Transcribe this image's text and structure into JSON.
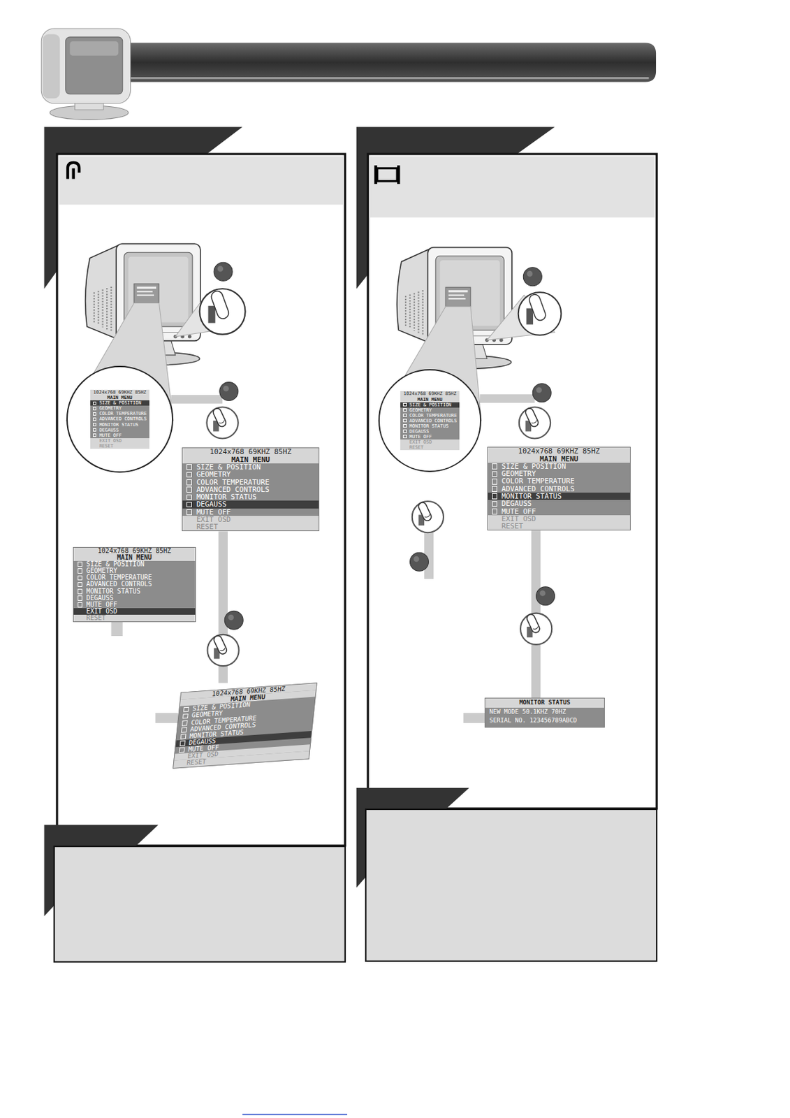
{
  "diagram": {
    "nodes": [
      {
        "text": [
          "1024x768 69KHZ 85HZ",
          "MAIN MENU",
          "SIZE & POSITION",
          "GEOMETRY",
          "COLOR TEMPERATURE",
          "ADVANCED CONTROLS",
          "MONITOR STATUS",
          "DEGAUSS",
          "MUTE OFF",
          "EXIT OSD",
          "RESET"
        ]
      },
      {
        "text": [
          "1024x768 69KHZ 85HZ",
          "MAIN MENU",
          "SIZE & POSITION",
          "GEOMETRY",
          "COLOR TEMPERATURE",
          "ADVANCED CONTROLS",
          "MONITOR STATUS",
          "DEGAUSS",
          "MUTE OFF",
          "EXIT OSD",
          "RESET"
        ]
      },
      {
        "text": [
          "1024x768 69KHZ 85HZ",
          "MAIN MENU",
          "SIZE & POSITION",
          "GEOMETRY",
          "COLOR TEMPERATURE",
          "ADVANCED CONTROLS",
          "MONITOR STATUS",
          "DEGAUSS",
          "MUTE OFF",
          "EXIT OSD",
          "RESET"
        ]
      },
      {
        "text": [
          "1024x768 69KHZ 85HZ",
          "MAIN MENU",
          "SIZE & POSITION",
          "GEOMETRY",
          "COLOR TEMPERATURE",
          "ADVANCED CONTROLS",
          "MONITOR STATUS",
          "DEGAUSS",
          "MUTE OFF",
          "EXIT OSD",
          "RESET"
        ]
      },
      {
        "text": [
          "1024x768 69KHZ 85HZ",
          "MAIN MENU",
          "SIZE & POSITION",
          "GEOMETRY",
          "COLOR TEMPERATURE",
          "ADVANCED CONTROLS",
          "MONITOR STATUS",
          "DEGAUSS",
          "MUTE OFF",
          "EXIT OSD",
          "RESET"
        ]
      },
      {
        "text": [
          "1024x768 69KHZ 85HZ",
          "MAIN MENU",
          "SIZE & POSITION",
          "GEOMETRY",
          "COLOR TEMPERATURE",
          "ADVANCED CONTROLS",
          "MONITOR STATUS",
          "DEGAUSS",
          "MUTE OFF",
          "EXIT OSD",
          "RESET"
        ]
      },
      {
        "text": [
          "MONITOR STATUS",
          "NEW MODE 50.1KHZ 70HZ",
          "SERIAL NO. 123456789ABCD"
        ]
      }
    ],
    "edges": [
      {
        "from": 1,
        "to": 3,
        "arrow": "none"
      },
      {
        "from": 5,
        "to": 6,
        "arrow": "none"
      }
    ]
  }
}
